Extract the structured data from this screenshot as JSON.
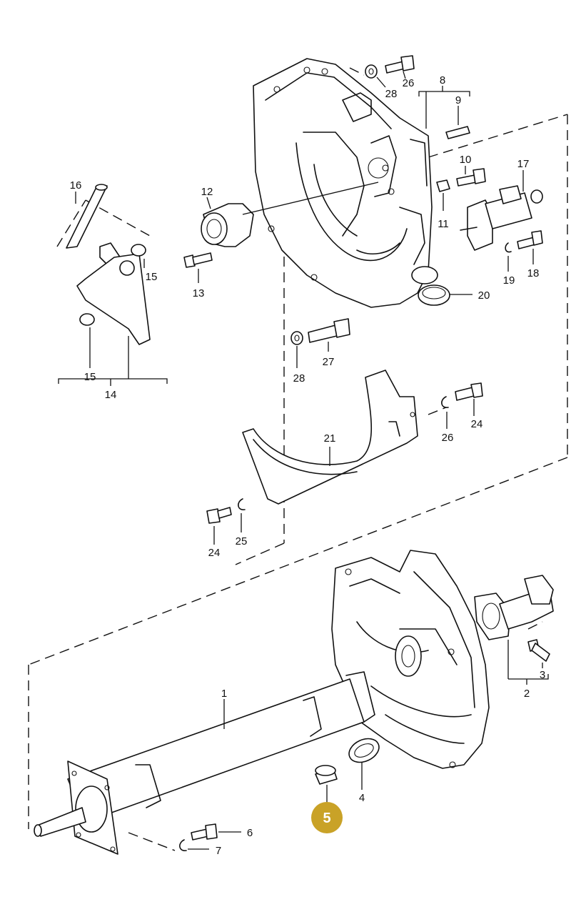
{
  "diagram": {
    "highlight": {
      "label": "5",
      "color": "#C9A227"
    },
    "parts": [
      {
        "id": "p28a",
        "label": "28"
      },
      {
        "id": "p26",
        "label": "26"
      },
      {
        "id": "p8",
        "label": "8"
      },
      {
        "id": "p9",
        "label": "9"
      },
      {
        "id": "p10",
        "label": "10"
      },
      {
        "id": "p17",
        "label": "17"
      },
      {
        "id": "p16",
        "label": "16"
      },
      {
        "id": "p12",
        "label": "12"
      },
      {
        "id": "p11",
        "label": "11"
      },
      {
        "id": "p15a",
        "label": "15"
      },
      {
        "id": "p13",
        "label": "13"
      },
      {
        "id": "p19",
        "label": "19"
      },
      {
        "id": "p18",
        "label": "18"
      },
      {
        "id": "p20",
        "label": "20"
      },
      {
        "id": "p27",
        "label": "27"
      },
      {
        "id": "p28b",
        "label": "28"
      },
      {
        "id": "p15b",
        "label": "15"
      },
      {
        "id": "p14",
        "label": "14"
      },
      {
        "id": "p26b",
        "label": "26"
      },
      {
        "id": "p24a",
        "label": "24"
      },
      {
        "id": "p21",
        "label": "21"
      },
      {
        "id": "p24b",
        "label": "24"
      },
      {
        "id": "p25",
        "label": "25"
      },
      {
        "id": "p3",
        "label": "3"
      },
      {
        "id": "p1",
        "label": "1"
      },
      {
        "id": "p2",
        "label": "2"
      },
      {
        "id": "p4",
        "label": "4"
      },
      {
        "id": "p6",
        "label": "6"
      },
      {
        "id": "p7",
        "label": "7"
      }
    ]
  }
}
